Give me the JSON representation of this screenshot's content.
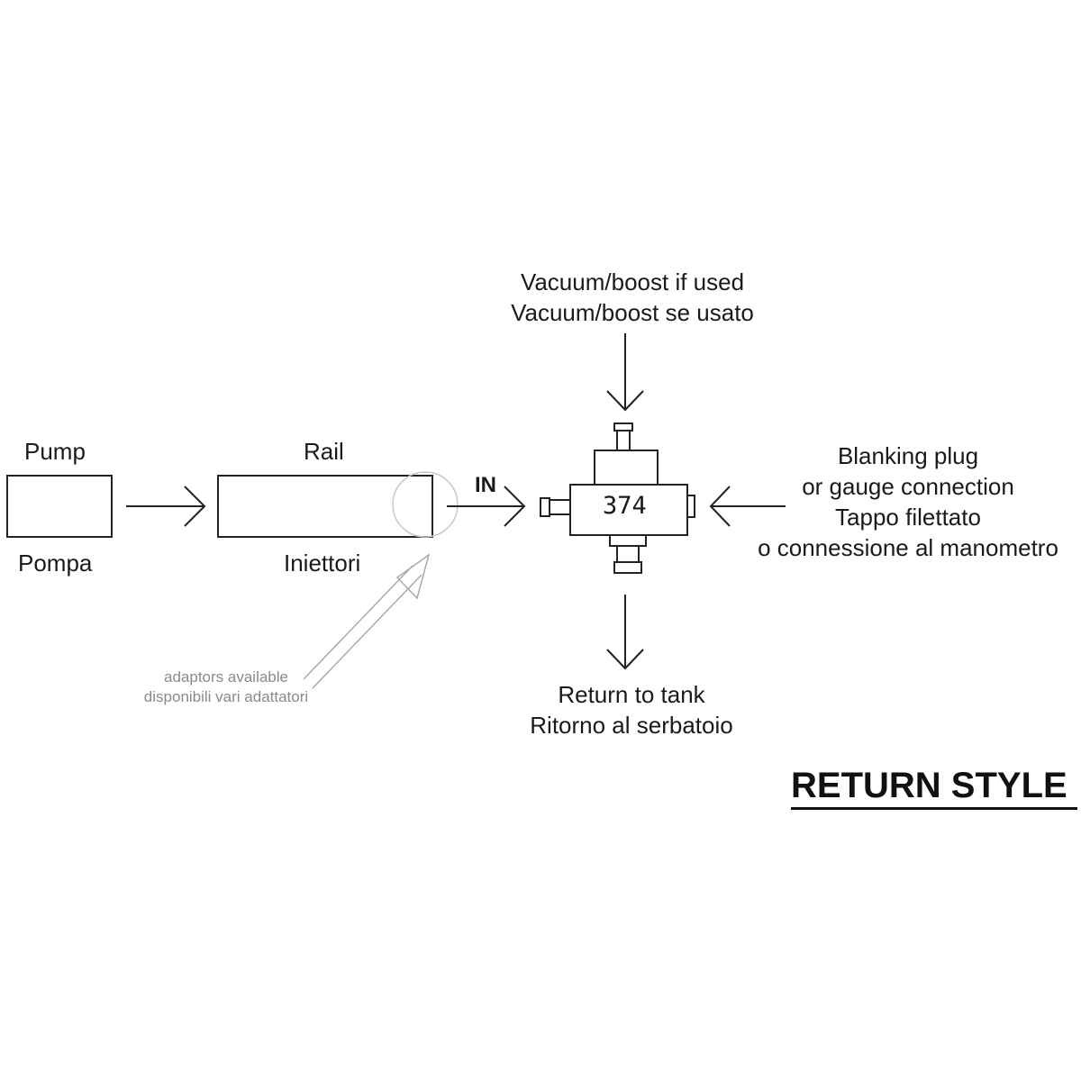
{
  "pump": {
    "label_en": "Pump",
    "label_it": "Pompa"
  },
  "rail": {
    "label_en": "Rail",
    "label_it": "Iniettori"
  },
  "regulator": {
    "in_label": "IN",
    "number": "374"
  },
  "vacuum": {
    "line1": "Vacuum/boost if used",
    "line2": "Vacuum/boost se usato"
  },
  "blanking": {
    "line1": "Blanking plug",
    "line2": "or gauge connection",
    "line3": "Tappo filettato",
    "line4": "o connessione al manometro"
  },
  "return_tank": {
    "line1": "Return to tank",
    "line2": "Ritorno al serbatoio"
  },
  "adaptors": {
    "line1": "adaptors available",
    "line2": "disponibili vari adattatori"
  },
  "title": "RETURN STYLE",
  "colors": {
    "ink": "#222222",
    "note_gray": "#8a8a8a",
    "background": "#ffffff"
  }
}
